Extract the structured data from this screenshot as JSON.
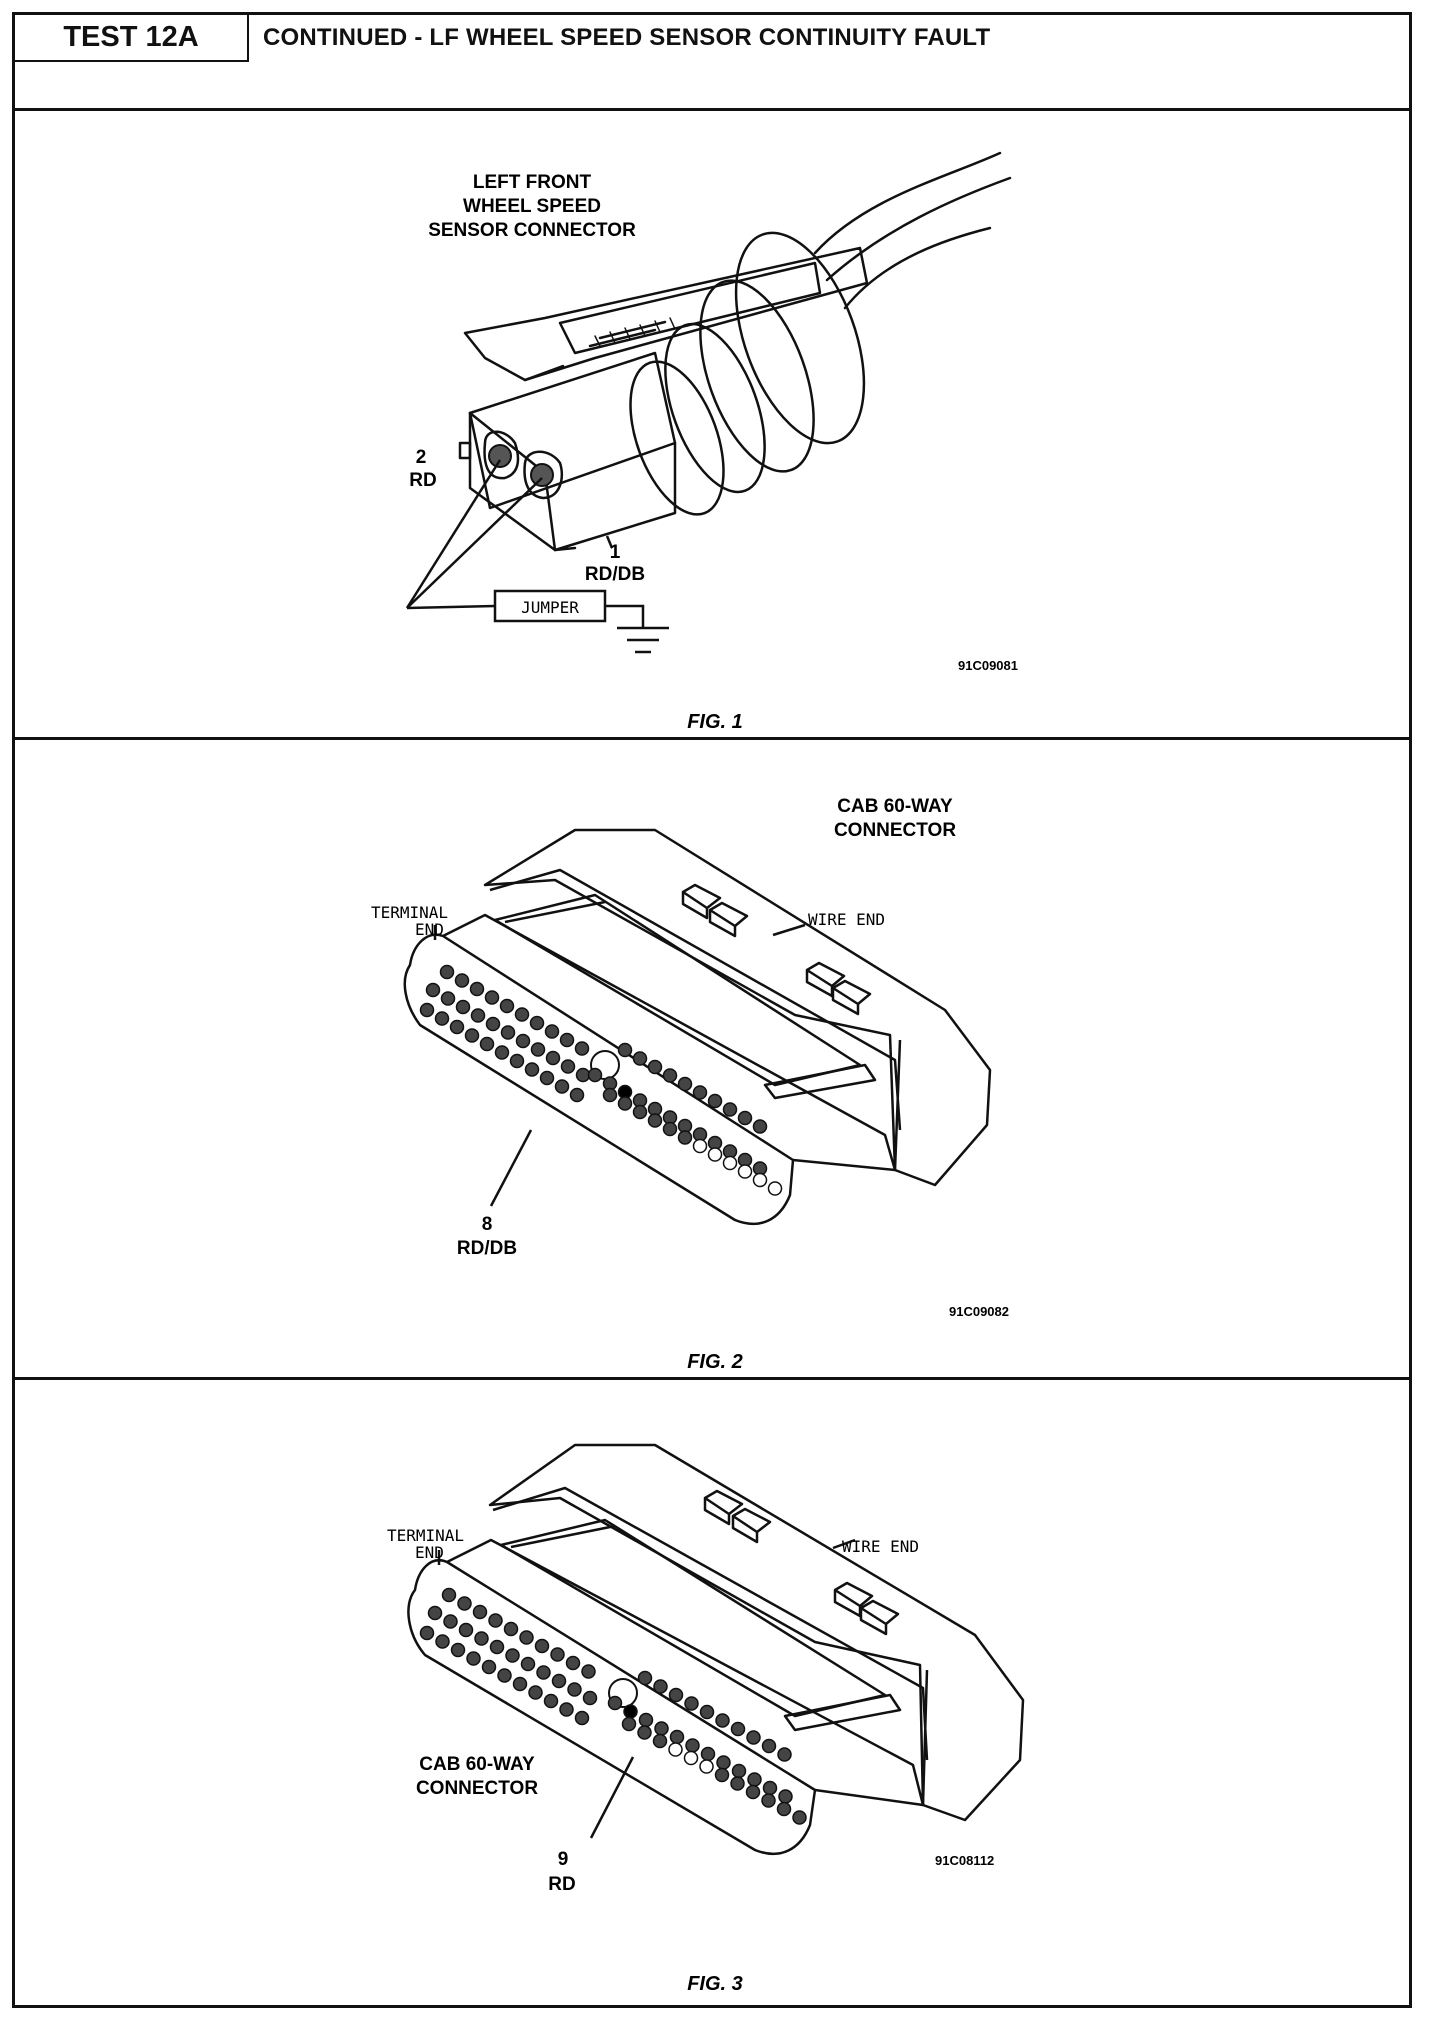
{
  "header": {
    "test_id": "TEST 12A",
    "title": "CONTINUED - LF WHEEL SPEED SENSOR CONTINUITY FAULT"
  },
  "fig1": {
    "title_lines": [
      "LEFT FRONT",
      "WHEEL SPEED",
      "SENSOR CONNECTOR"
    ],
    "pin2_num": "2",
    "pin2_color": "RD",
    "pin1_num": "1",
    "pin1_color": "RD/DB",
    "jumper": "JUMPER",
    "code": "91C09081",
    "caption": "FIG. 1"
  },
  "fig2": {
    "title_lines": [
      "CAB 60-WAY",
      "CONNECTOR"
    ],
    "terminal_lines": [
      "TERMINAL",
      "END"
    ],
    "wire_end": "WIRE END",
    "pin_num": "8",
    "pin_color": "RD/DB",
    "code": "91C09082",
    "caption": "FIG.  2"
  },
  "fig3": {
    "title_lines": [
      "CAB 60-WAY",
      "CONNECTOR"
    ],
    "terminal_lines": [
      "TERMINAL",
      "END"
    ],
    "wire_end": "WIRE END",
    "pin_num": "9",
    "pin_color": "RD",
    "code": "91C08112",
    "caption": "FIG. 3"
  }
}
